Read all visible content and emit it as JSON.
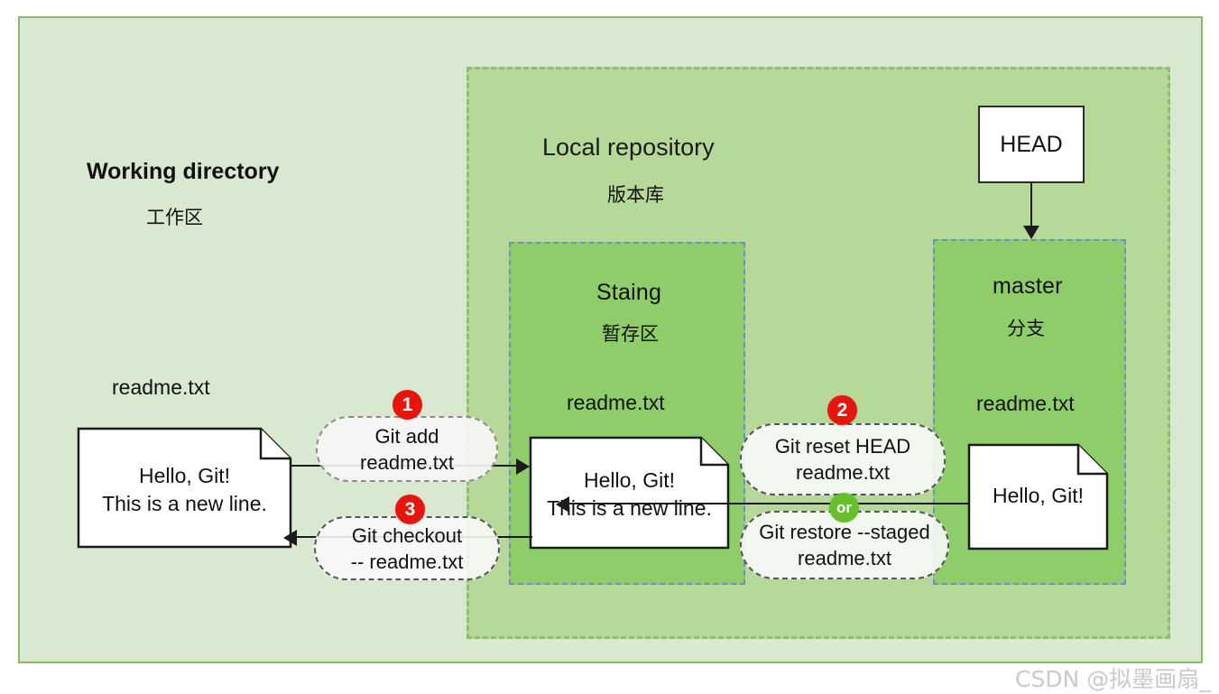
{
  "diagram": {
    "working_directory": {
      "title_en": "Working directory",
      "title_cn": "工作区",
      "file_label": "readme.txt",
      "file_content": "Hello, Git!\nThis is a new line."
    },
    "local_repository": {
      "title_en": "Local repository",
      "title_cn": "版本库",
      "staging": {
        "title_en": "Staing",
        "title_cn": "暂存区",
        "file_label": "readme.txt",
        "file_content": "Hello, Git!\nThis is a new line."
      },
      "master": {
        "title_en": "master",
        "title_cn": "分支",
        "file_label": "readme.txt",
        "file_content": "Hello, Git!"
      },
      "head": {
        "label": "HEAD"
      }
    },
    "commands": [
      {
        "id": "git-add",
        "badge": "1",
        "badge_color": "#e8150f",
        "line1": "Git add",
        "line2": "readme.txt"
      },
      {
        "id": "git-reset",
        "badge": "2",
        "badge_color": "#e8150f",
        "line1": "Git reset HEAD",
        "line2": "readme.txt"
      },
      {
        "id": "git-restore",
        "badge": "or",
        "badge_color": "#67bf2a",
        "line1": "Git restore --staged",
        "line2": "readme.txt"
      },
      {
        "id": "git-checkout",
        "badge": "3",
        "badge_color": "#e8150f",
        "line1": "Git checkout",
        "line2": "-- readme.txt"
      }
    ],
    "watermark": "CSDN @拟墨画扇_",
    "colors": {
      "outer_fill": "#d9e9d1",
      "outer_border": "#8cb870",
      "repo_fill": "#b6d99a",
      "repo_border": "#8fbf6e",
      "inner_fill": "#8fcd6b",
      "inner_border": "#6f8fc0",
      "badge_red": "#e8150f",
      "badge_green": "#67bf2a",
      "stroke": "#1b1b1b"
    }
  }
}
